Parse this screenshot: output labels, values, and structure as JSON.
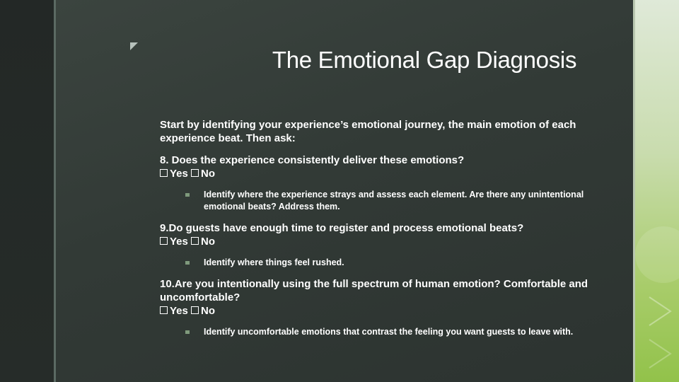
{
  "slide": {
    "title": "The Emotional Gap Diagnosis",
    "intro": "Start by identifying your experience’s emotional journey, the main emotion of each experience beat. Then ask:",
    "yes_label": "Yes",
    "no_label": "No",
    "questions": [
      {
        "text": "8. Does the experience consistently deliver these emotions?",
        "sub": "Identify where the experience strays and assess each element. Are there any unintentional emotional beats? Address them."
      },
      {
        "text": "9.Do guests have enough time to register and process emotional beats?",
        "sub": "Identify where things feel rushed."
      },
      {
        "text": "10.Are you intentionally using the full spectrum of human emotion? Comfortable and uncomfortable?",
        "sub": "Identify uncomfortable emotions that contrast the feeling you want guests to leave with."
      }
    ]
  },
  "colors": {
    "background": "#2a302c",
    "panel": "#323a36",
    "accent_green": "#92c24a",
    "text": "#ffffff"
  }
}
